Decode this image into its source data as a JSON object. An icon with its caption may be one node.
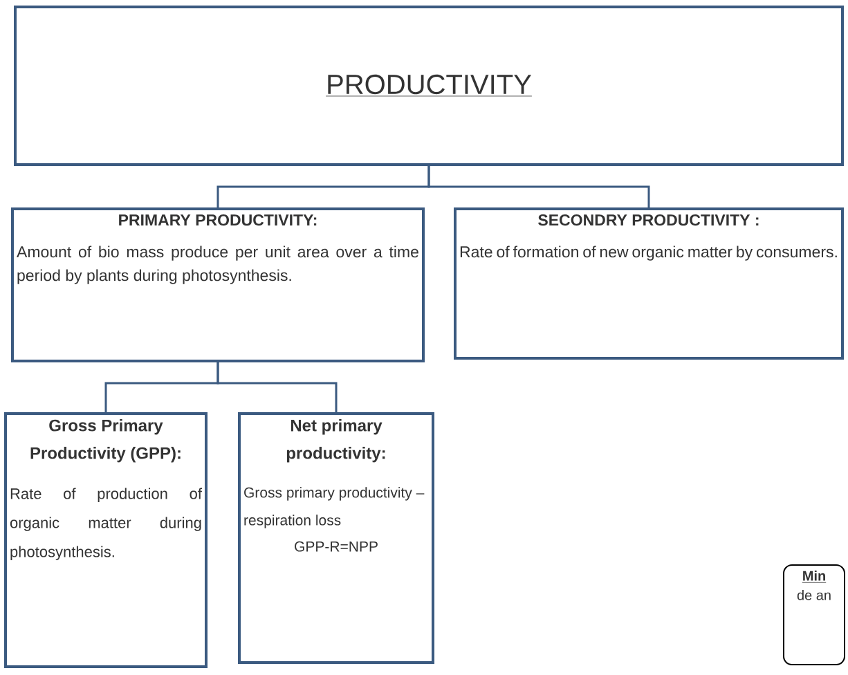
{
  "diagram": {
    "nodes": [
      {
        "text": [
          "PRODUCTIVITY"
        ]
      },
      {
        "text": [
          "PRIMARY PRODUCTIVITY:",
          "Amount of bio mass produce per unit area over a time period by plants during photosynthesis."
        ]
      },
      {
        "text": [
          "SECONDRY PRODUCTIVITY :",
          "Rate of formation of new organic matter by consumers."
        ]
      },
      {
        "text": [
          "Gross Primary Productivity (GPP):",
          "Rate of production of organic matter during photosynthesis."
        ]
      },
      {
        "text": [
          "Net primary productivity:",
          "Gross primary productivity – respiration loss",
          "GPP-R=NPP"
        ]
      },
      {
        "text": [
          "Min",
          "de an"
        ]
      }
    ],
    "edges": [
      {
        "from": 0,
        "to": 1,
        "arrow": "none"
      },
      {
        "from": 0,
        "to": 2,
        "arrow": "none"
      },
      {
        "from": 1,
        "to": 3,
        "arrow": "none"
      },
      {
        "from": 1,
        "to": 4,
        "arrow": "none"
      }
    ]
  }
}
